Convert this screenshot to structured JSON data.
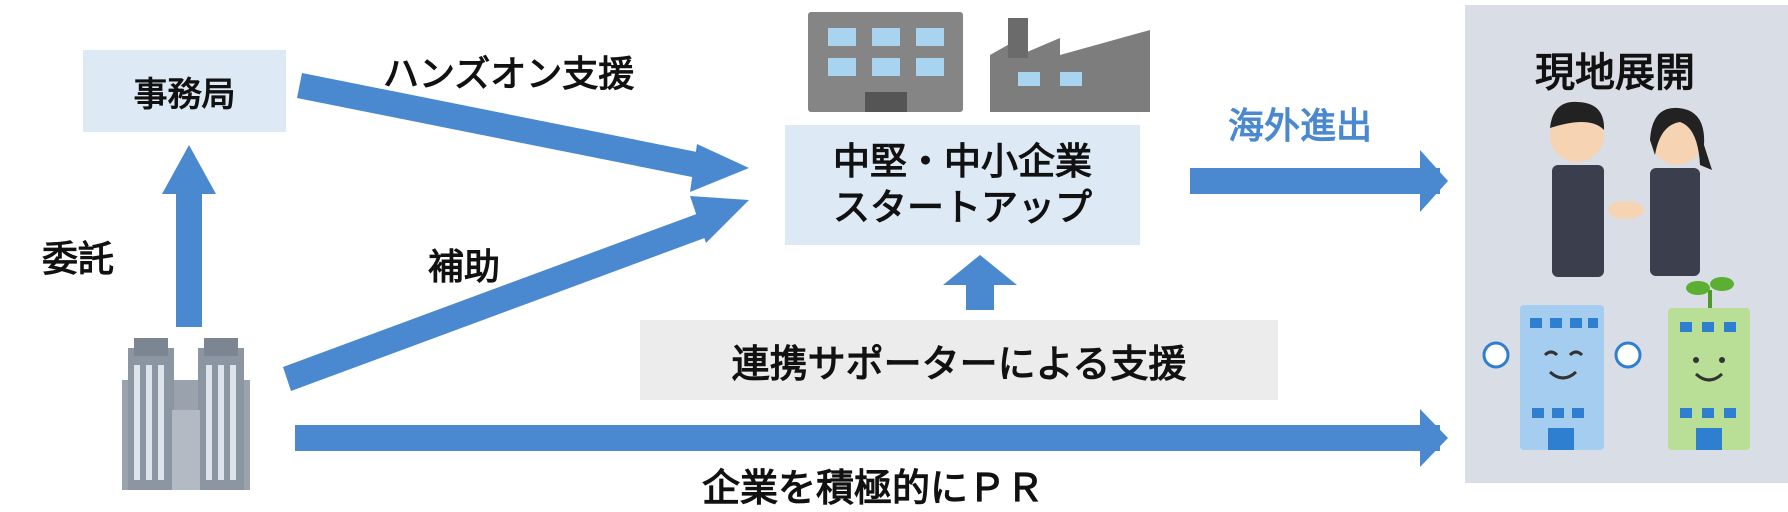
{
  "nodes": {
    "secretariat": "事務局",
    "companies_line1": "中堅・中小企業",
    "companies_line2": "スタートアップ",
    "local_panel_title": "現地展開",
    "partner_support": "連携サポーターによる支援"
  },
  "labels": {
    "hands_on": "ハンズオン支援",
    "commission": "委託",
    "subsidy": "補助",
    "overseas": "海外進出",
    "pr": "企業を積極的にＰＲ"
  },
  "colors": {
    "arrow": "#4a89cf",
    "box_fill": "#dde9f5",
    "panel_fill": "#d9dde6",
    "partner_fill": "#ececec",
    "overseas_text": "#4a89cf"
  },
  "icons": [
    "tokyo-gov-building-icon",
    "office-building-icon",
    "factory-icon",
    "handshake-icon",
    "building-mascot-icon",
    "sprout-building-mascot-icon"
  ]
}
